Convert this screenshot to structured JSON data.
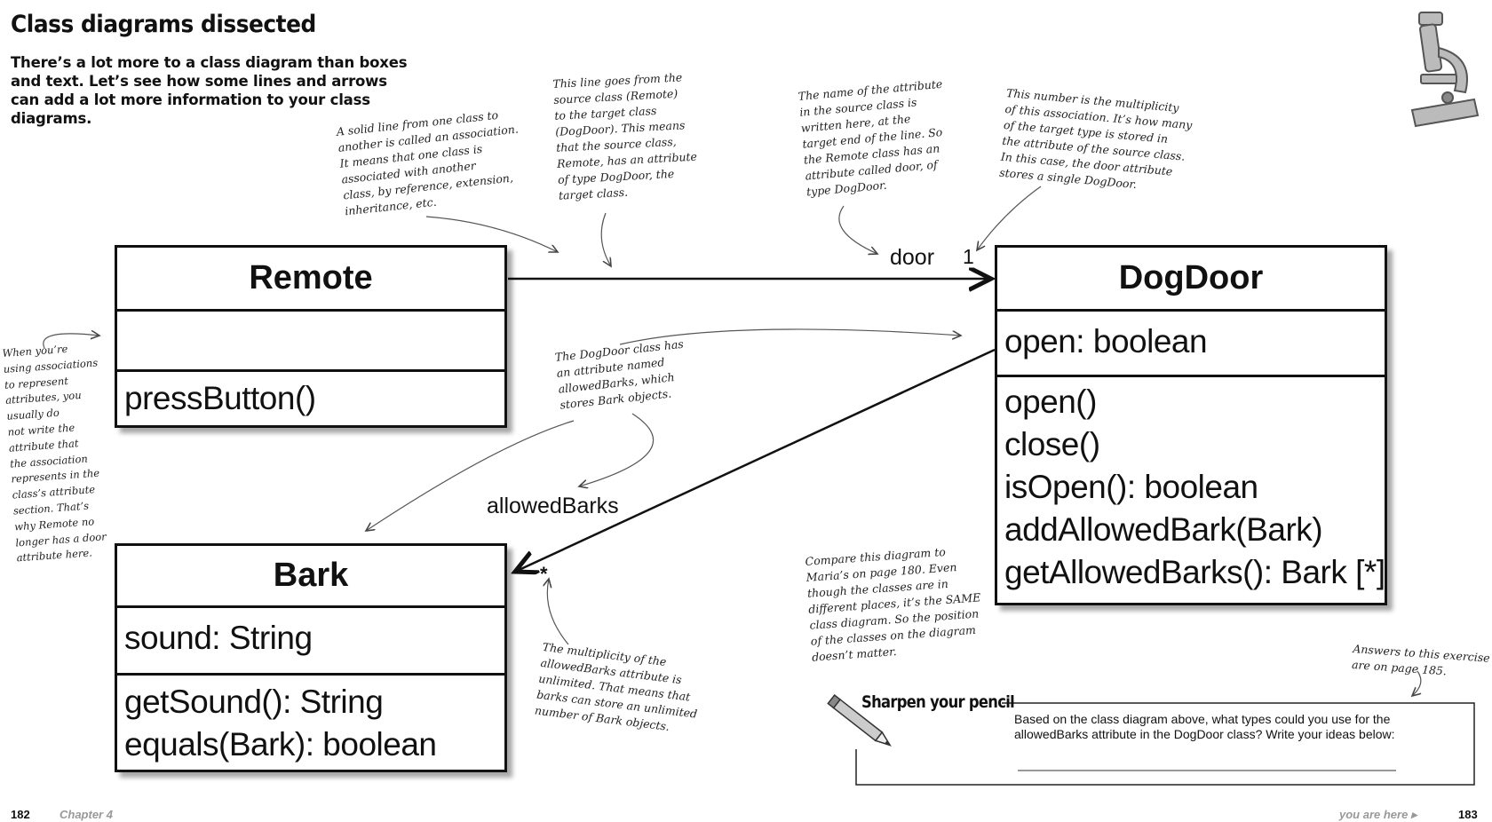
{
  "page": {
    "title": "Class diagrams dissected",
    "intro": "There’s a lot more to a class diagram than boxes and text. Let’s see how some lines and arrows can add a lot more information to your class diagrams."
  },
  "classes": {
    "remote": {
      "name": "Remote",
      "attributes": [],
      "methods": [
        "pressButton()"
      ]
    },
    "dogdoor": {
      "name": "DogDoor",
      "attributes": [
        "open: boolean"
      ],
      "methods": [
        "open()",
        "close()",
        "isOpen(): boolean",
        "addAllowedBark(Bark)",
        "getAllowedBarks(): Bark [*]"
      ]
    },
    "bark": {
      "name": "Bark",
      "attributes": [
        "sound: String"
      ],
      "methods": [
        "getSound(): String",
        "equals(Bark): boolean"
      ]
    }
  },
  "associations": {
    "door_role": "door",
    "door_multiplicity": "1",
    "barks_role": "allowedBarks",
    "barks_multiplicity": "*"
  },
  "notes": {
    "association": [
      "A solid line from one class to",
      "another is called an association.",
      "It means that one class is",
      "associated with another",
      "class, by reference, extension,",
      "inheritance, etc."
    ],
    "line_direction": [
      "This line goes from the",
      "source class (Remote)",
      "to the target class",
      "(DogDoor). This means",
      "that the source class,",
      "Remote, has an attribute",
      "of type DogDoor, the",
      "target class."
    ],
    "attribute_name": [
      "The name of the attribute",
      "in the source class is",
      "written here, at the",
      "target end of the line. So",
      "the Remote class has an",
      "attribute called door, of",
      "type DogDoor."
    ],
    "multiplicity": [
      "This number is the multiplicity",
      "of this association. It’s how many",
      "of the target type is stored in",
      "the attribute of the source class.",
      "In this case, the door attribute",
      "stores a single DogDoor."
    ],
    "associations_attributes": [
      "When you’re",
      "using associations",
      "to represent",
      "attributes, you",
      "usually do",
      "not write the",
      "attribute that",
      "the association",
      "represents in the",
      "class’s attribute",
      "section. That’s",
      "why Remote no",
      "longer has a door",
      "attribute here."
    ],
    "allowed_barks": [
      "The DogDoor class has",
      "an attribute named",
      "allowedBarks, which",
      "stores Bark objects."
    ],
    "unlimited": [
      "The multiplicity of the",
      "allowedBarks attribute is",
      "unlimited. That means that",
      "barks can store an unlimited",
      "number of Bark objects."
    ],
    "compare": [
      "Compare this diagram to",
      "Maria’s on page 180. Even",
      "though the classes are in",
      "different places, it’s the SAME",
      "class diagram. So the position",
      "of the classes on the diagram",
      "doesn’t matter."
    ],
    "answers": [
      "Answers to this exercise",
      "are on page 185."
    ]
  },
  "exercise": {
    "heading": "Sharpen your pencil",
    "question": "Based on the class diagram above, what types could you use for the allowedBarks attribute in the DogDoor class? Write your ideas below:"
  },
  "footer": {
    "left_page": "182",
    "chapter": "Chapter 4",
    "you_are_here": "you are here ▸",
    "right_page": "183"
  },
  "icons": {
    "microscope": "microscope-icon",
    "pencil": "pencil-icon"
  }
}
